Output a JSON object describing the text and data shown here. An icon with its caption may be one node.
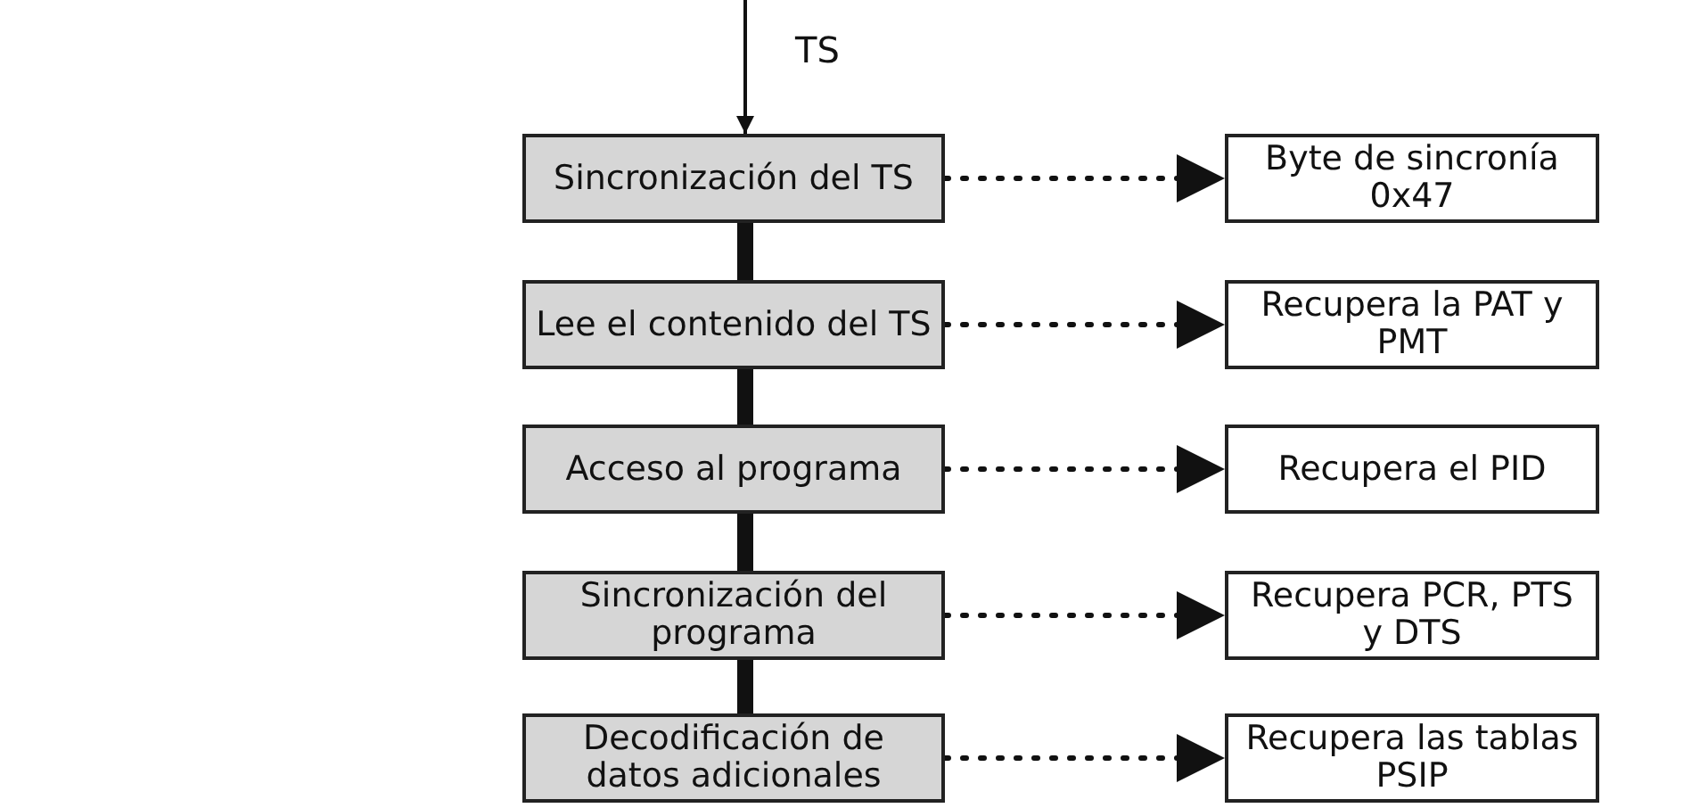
{
  "diagram": {
    "nodes": [
      {
        "text": [
          "Sincronización del TS"
        ]
      },
      {
        "text": [
          "Lee el contenido del TS"
        ]
      },
      {
        "text": [
          "Acceso al programa"
        ]
      },
      {
        "text": [
          "Sincronización del programa"
        ]
      },
      {
        "text": [
          "Decodificación de datos adicionales"
        ]
      },
      {
        "text": [
          "Byte de sincronía 0x47"
        ]
      },
      {
        "text": [
          "Recupera la PAT y PMT"
        ]
      },
      {
        "text": [
          "Recupera el PID"
        ]
      },
      {
        "text": [
          "Recupera PCR, PTS y DTS"
        ]
      },
      {
        "text": [
          "Recupera las tablas PSIP"
        ]
      }
    ],
    "edges": [
      {
        "from": null,
        "to": 0,
        "arrow": "to",
        "label": "TS"
      },
      {
        "from": 0,
        "to": 1,
        "arrow": "none",
        "style": "thick"
      },
      {
        "from": 1,
        "to": 2,
        "arrow": "none",
        "style": "thick"
      },
      {
        "from": 2,
        "to": 3,
        "arrow": "none",
        "style": "thick"
      },
      {
        "from": 3,
        "to": 4,
        "arrow": "none",
        "style": "thick"
      },
      {
        "from": 0,
        "to": 5,
        "arrow": "to",
        "style": "dashed"
      },
      {
        "from": 1,
        "to": 6,
        "arrow": "to",
        "style": "dashed"
      },
      {
        "from": 2,
        "to": 7,
        "arrow": "to",
        "style": "dashed"
      },
      {
        "from": 3,
        "to": 8,
        "arrow": "to",
        "style": "dashed"
      },
      {
        "from": 4,
        "to": 9,
        "arrow": "to",
        "style": "dashed"
      }
    ]
  }
}
